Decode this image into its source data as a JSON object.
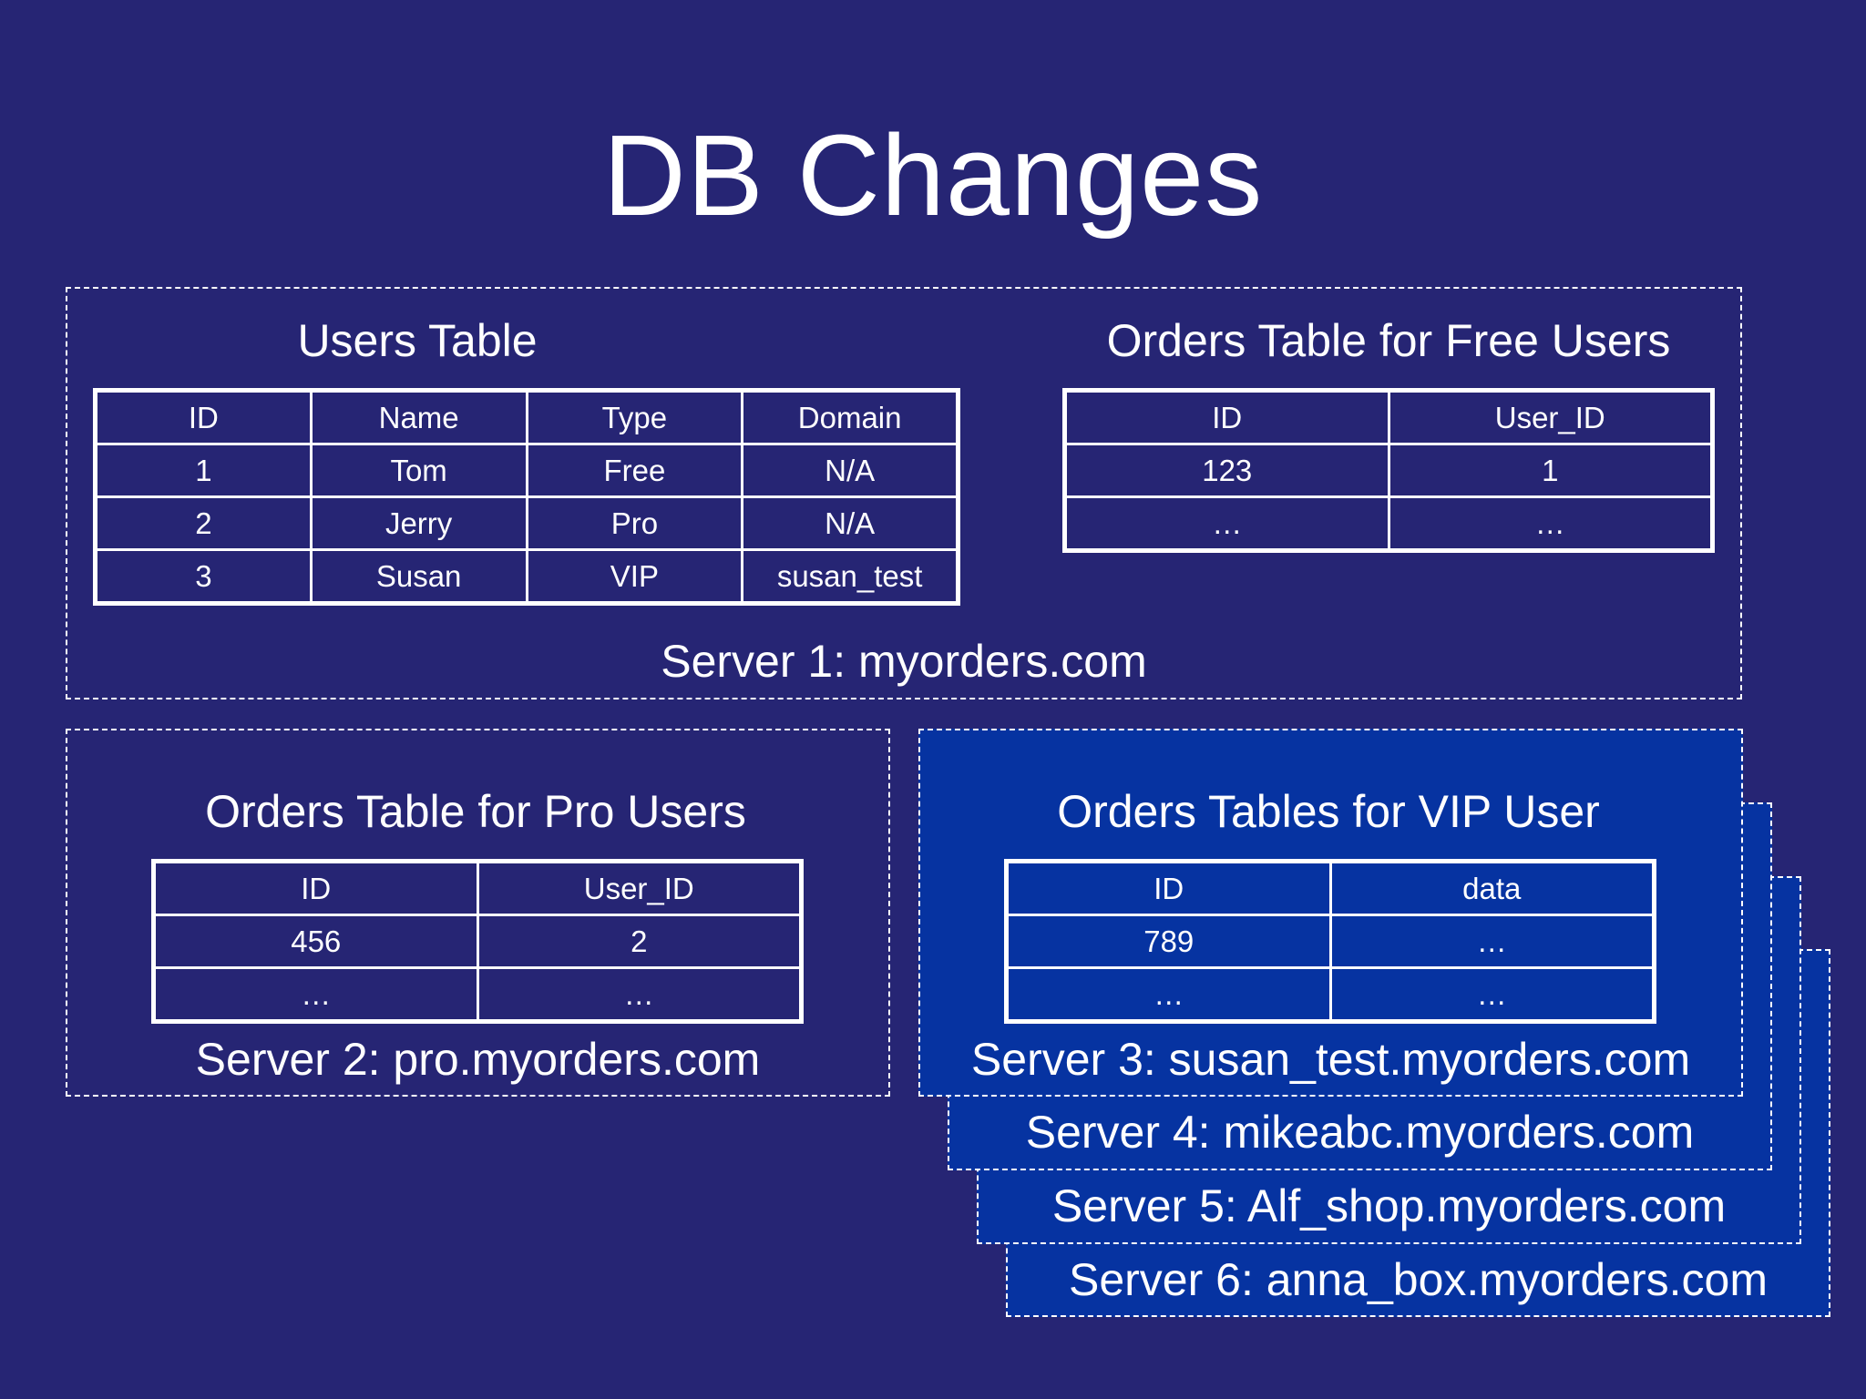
{
  "title": "DB Changes",
  "server1": {
    "label": "Server 1: myorders.com",
    "users_table": {
      "caption": "Users Table",
      "headers": [
        "ID",
        "Name",
        "Type",
        "Domain"
      ],
      "rows": [
        [
          "1",
          "Tom",
          "Free",
          "N/A"
        ],
        [
          "2",
          "Jerry",
          "Pro",
          "N/A"
        ],
        [
          "3",
          "Susan",
          "VIP",
          "susan_test"
        ]
      ]
    },
    "free_orders_table": {
      "caption": "Orders Table for Free Users",
      "headers": [
        "ID",
        "User_ID"
      ],
      "rows": [
        [
          "123",
          "1"
        ],
        [
          "…",
          "…"
        ]
      ]
    }
  },
  "server2": {
    "label": "Server 2: pro.myorders.com",
    "pro_orders_table": {
      "caption": "Orders Table for Pro Users",
      "headers": [
        "ID",
        "User_ID"
      ],
      "rows": [
        [
          "456",
          "2"
        ],
        [
          "…",
          "…"
        ]
      ]
    }
  },
  "vip_servers": {
    "caption": "Orders Tables for VIP User",
    "vip_orders_table": {
      "headers": [
        "ID",
        "data"
      ],
      "rows": [
        [
          "789",
          "…"
        ],
        [
          "…",
          "…"
        ]
      ]
    },
    "labels": [
      "Server 3: susan_test.myorders.com",
      "Server 4: mikeabc.myorders.com",
      "Server 5: Alf_shop.myorders.com",
      "Server 6: anna_box.myorders.com"
    ]
  },
  "colors": {
    "background": "#262574",
    "vip_box": "#0633a1",
    "foreground": "#ffffff"
  }
}
